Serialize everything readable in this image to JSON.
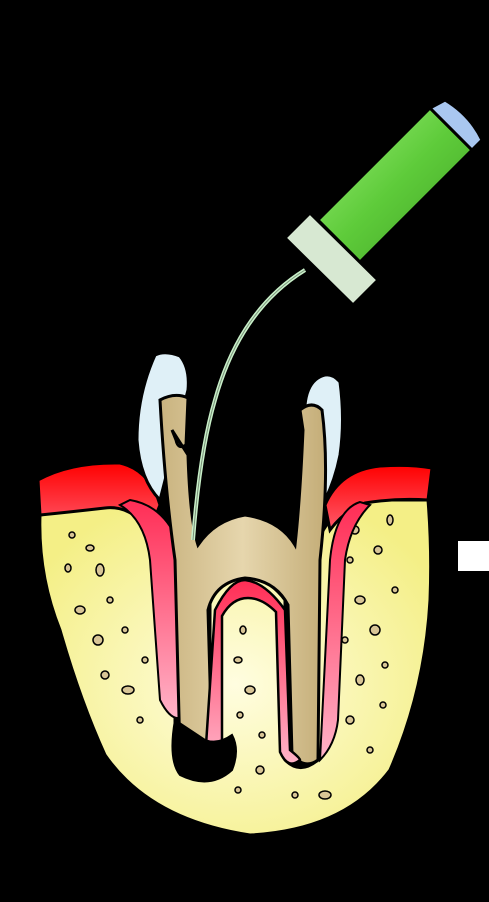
{
  "diagram": {
    "subject": "",
    "parts": {
      "instrument": "endodontic-file-icon",
      "tooth": "molar-tooth",
      "bone": "alveolar-bone",
      "gum": "gingiva",
      "pulp": "pulp-chamber",
      "marker": "pointer-bar"
    },
    "colors": {
      "background": "#000000",
      "gum": "#ff1a1a",
      "bone": "#f7f59c",
      "dentin": "#d8c596",
      "enamel": "#dff0f7",
      "pulp": "#f0608f",
      "handle": "#5ecb3a",
      "ferrule": "#d7e8d2",
      "cap": "#a9c7f0",
      "file": "#c9f0c9",
      "marker": "#ffffff"
    }
  }
}
